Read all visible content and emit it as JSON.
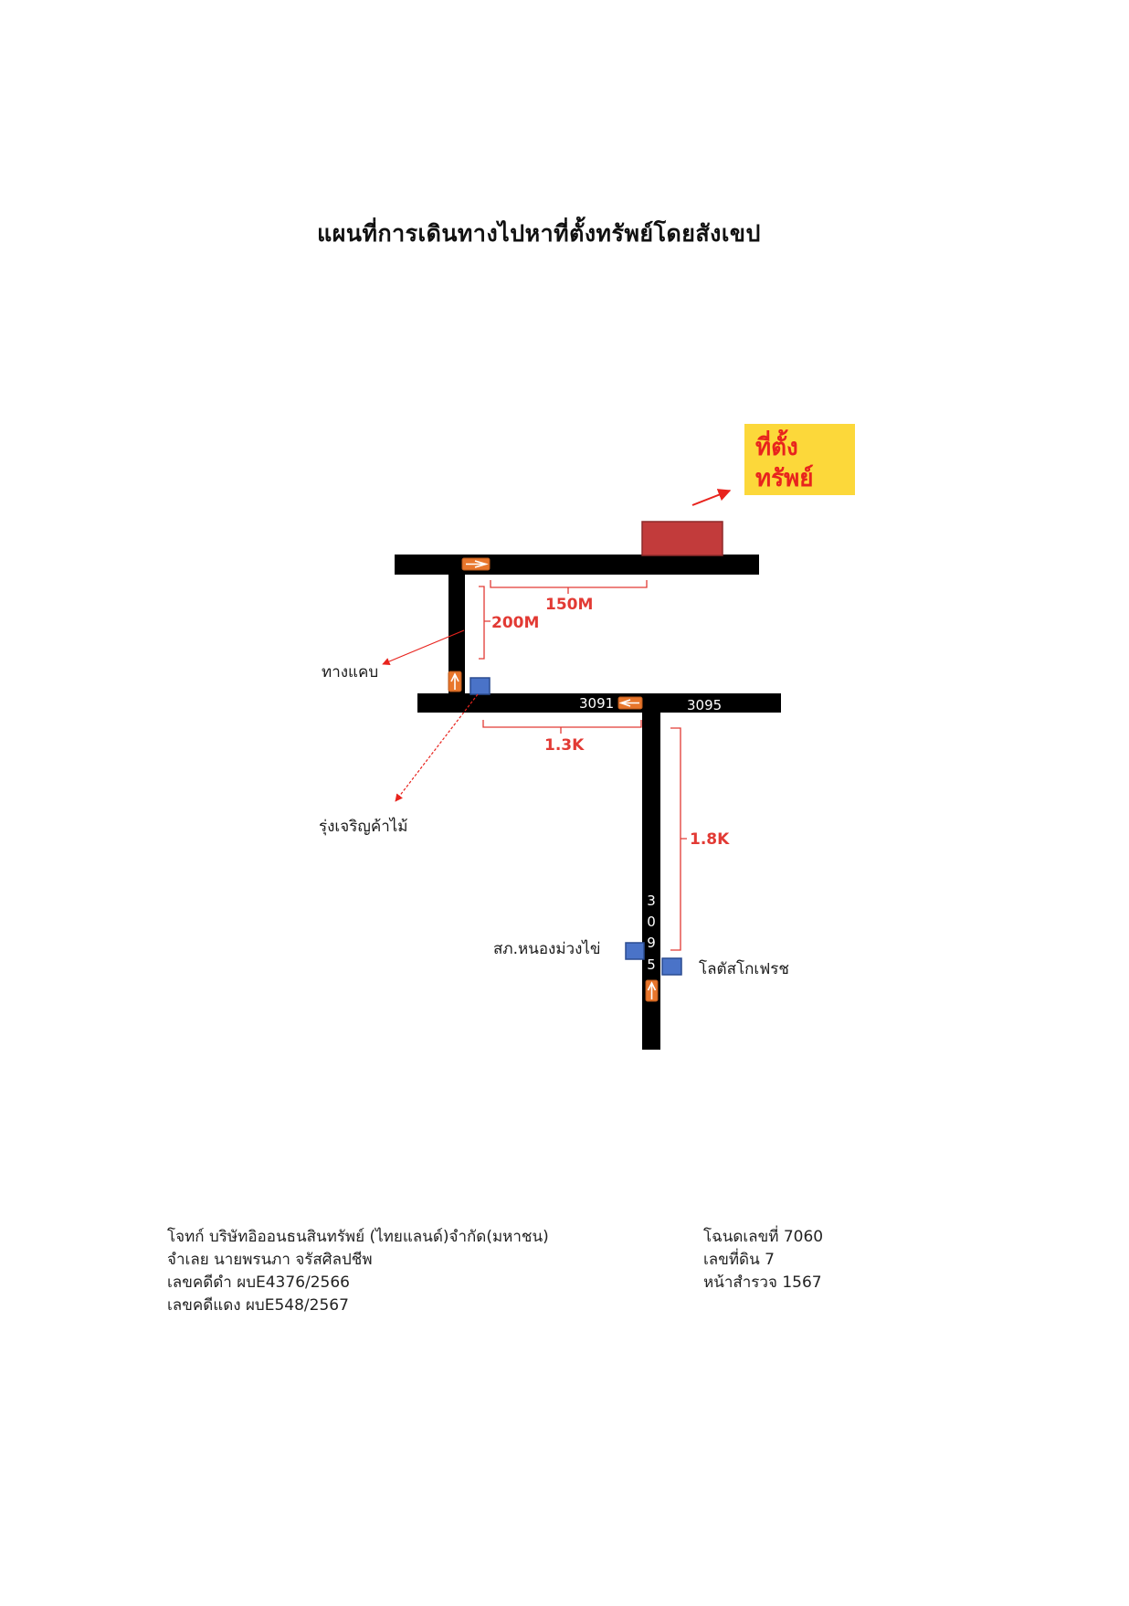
{
  "title": "แผนที่การเดินทางไปหาที่ตั้งทรัพย์โดยสังเขป",
  "map": {
    "target_label_line1": "ที่ตั้ง",
    "target_label_line2": "ทรัพย์",
    "distances": {
      "top_road": "150M",
      "connector": "200M",
      "middle_road": "1.3K",
      "main_road": "1.8K"
    },
    "road_numbers": {
      "road_3091": "3091",
      "road_3095": "3095",
      "vertical_3095": [
        "3",
        "0",
        "9",
        "5"
      ]
    },
    "landmarks": {
      "narrow_road": "ทางแคบ",
      "timber_shop": "รุ่งเจริญค้าไม้",
      "police_station": "สภ.หนองม่วงไข่",
      "lotus": "โลตัสโกเฟรช"
    },
    "colors": {
      "road": "#000000",
      "arrow": "#e8762c",
      "landmark": "#4a73c8",
      "property": "#c23b3b",
      "label_bg": "#fcd83a",
      "label_text": "#e8231d",
      "distance_text": "#e23a34"
    }
  },
  "footer": {
    "left": [
      "โจทก์ บริษัทอิออนธนสินทรัพย์ (ไทยแลนด์)จำกัด(มหาชน)",
      "จำเลย นายพรนภา จรัสศิลปชีพ",
      "เลขคดีดำ ผบE4376/2566",
      "เลขคดีแดง ผบE548/2567"
    ],
    "right": [
      "โฉนดเลขที่ 7060",
      "เลขที่ดิน  7",
      "หน้าสำรวจ 1567"
    ]
  }
}
